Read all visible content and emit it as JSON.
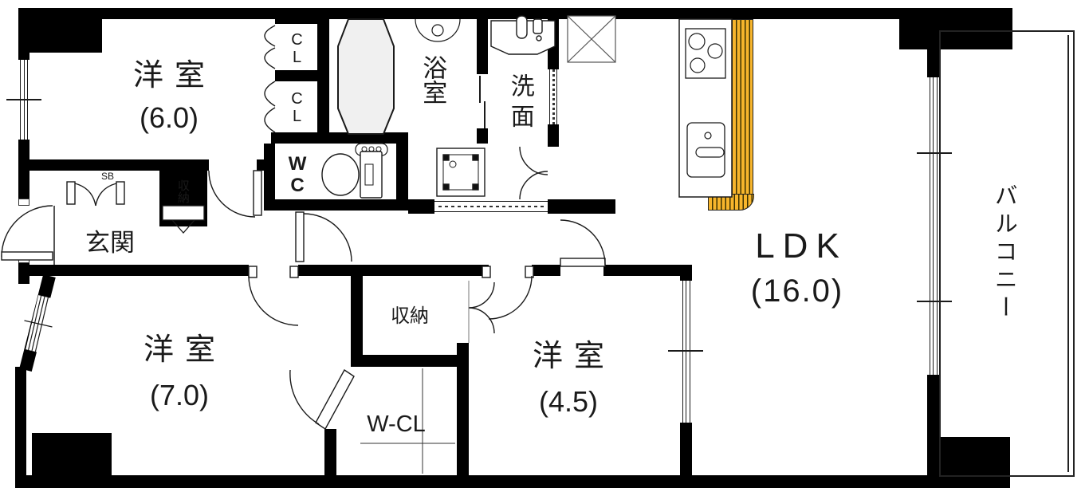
{
  "rooms": {
    "western6": {
      "label": "洋室",
      "size": "(6.0)"
    },
    "western7": {
      "label": "洋室",
      "size": "(7.0)"
    },
    "western45": {
      "label": "洋室",
      "size": "(4.5)"
    },
    "ldk": {
      "label": "LDK",
      "size": "(16.0)"
    },
    "genkan": {
      "label": "玄関"
    },
    "bath": {
      "label": "浴室"
    },
    "washroom": {
      "label": "洗面"
    },
    "wc": {
      "label": "WC"
    },
    "balcony": {
      "label": "バルコニー"
    },
    "wcl": {
      "label": "W-CL"
    },
    "storage_center": {
      "label": "収納"
    },
    "storage_entrance": {
      "label": "収納"
    },
    "closet_upper": {
      "label": "CL"
    },
    "closet_lower": {
      "label": "CL"
    },
    "shoebox": {
      "label": "SB"
    }
  },
  "colors": {
    "wall": "#000000",
    "kitchen_counter_accent": "#F7B52C",
    "bathtub_fill": "#F0F0F0",
    "line": "#1A1A1A"
  }
}
